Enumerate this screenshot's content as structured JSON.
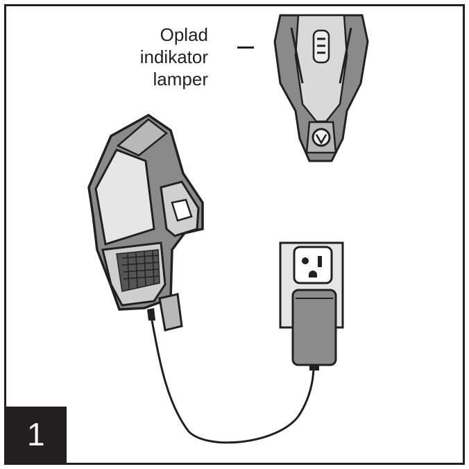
{
  "callout": {
    "lines": [
      "Oplad",
      "indikator",
      "lamper"
    ]
  },
  "step": {
    "number": "1"
  },
  "colors": {
    "outline": "#231f20",
    "body_gray": "#8a8a8a",
    "light_gray": "#b8b8b8",
    "charger_gray": "#8c8c8c"
  }
}
